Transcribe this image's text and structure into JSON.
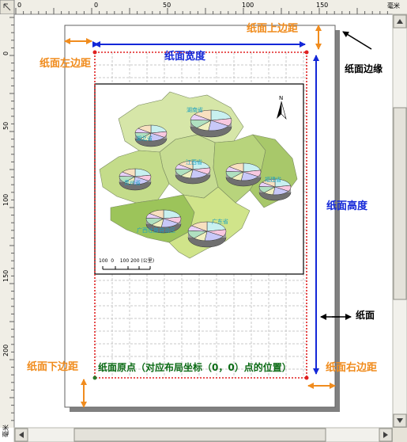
{
  "ruler": {
    "unit": "毫米",
    "top_ticks": [
      "0",
      "0",
      "50",
      "100",
      "150"
    ],
    "left_ticks": [
      "0",
      "50",
      "100",
      "150",
      "200"
    ],
    "corner_unit": "毫米"
  },
  "annotations": {
    "top_margin": "纸面上边距",
    "left_margin": "纸面左边距",
    "width": "纸面宽度",
    "edge": "纸面边缘",
    "height": "纸面高度",
    "paper": "纸面",
    "bottom_margin": "纸面下边距",
    "origin": "纸面原点（对应布局坐标（0，0）点的位置）",
    "right_margin": "纸面右边距"
  },
  "map": {
    "north_label": "N",
    "scale_text": "100  0    100 200 (公里)",
    "regions": [
      "湖南省",
      "湖北省",
      "贵州省",
      "江西省",
      "福建省",
      "广西壮族自治区",
      "广东省"
    ]
  },
  "colors": {
    "annotation_orange": "#f08c1e",
    "annotation_blue": "#1428d8",
    "margin_dotted_red": "#e02020",
    "origin_text_green": "#0a6a14",
    "map_region_green": "#c8e09a",
    "ruler_bg": "#f0eee6"
  }
}
